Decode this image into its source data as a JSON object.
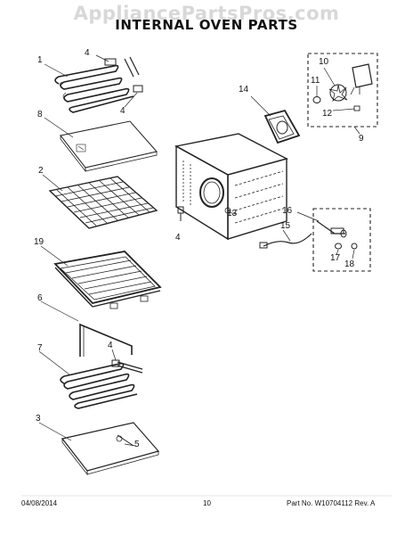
{
  "watermark": "AppliancePartsPros.com",
  "title": "INTERNAL OVEN PARTS",
  "callouts": {
    "p1": "1",
    "p4a": "4",
    "p4b": "4",
    "p8": "8",
    "p2": "2",
    "p19": "19",
    "p6": "6",
    "p7": "7",
    "p4c": "4",
    "p3": "3",
    "p5": "5",
    "p14": "14",
    "p13": "13",
    "p4d": "4",
    "p10": "10",
    "p11": "11",
    "p12": "12",
    "p9": "9",
    "p16": "16",
    "p15": "15",
    "p17": "17",
    "p18": "18"
  },
  "footer": {
    "date": "04/08/2014",
    "page": "10",
    "part": "Part No. W10704112  Rev. A"
  }
}
